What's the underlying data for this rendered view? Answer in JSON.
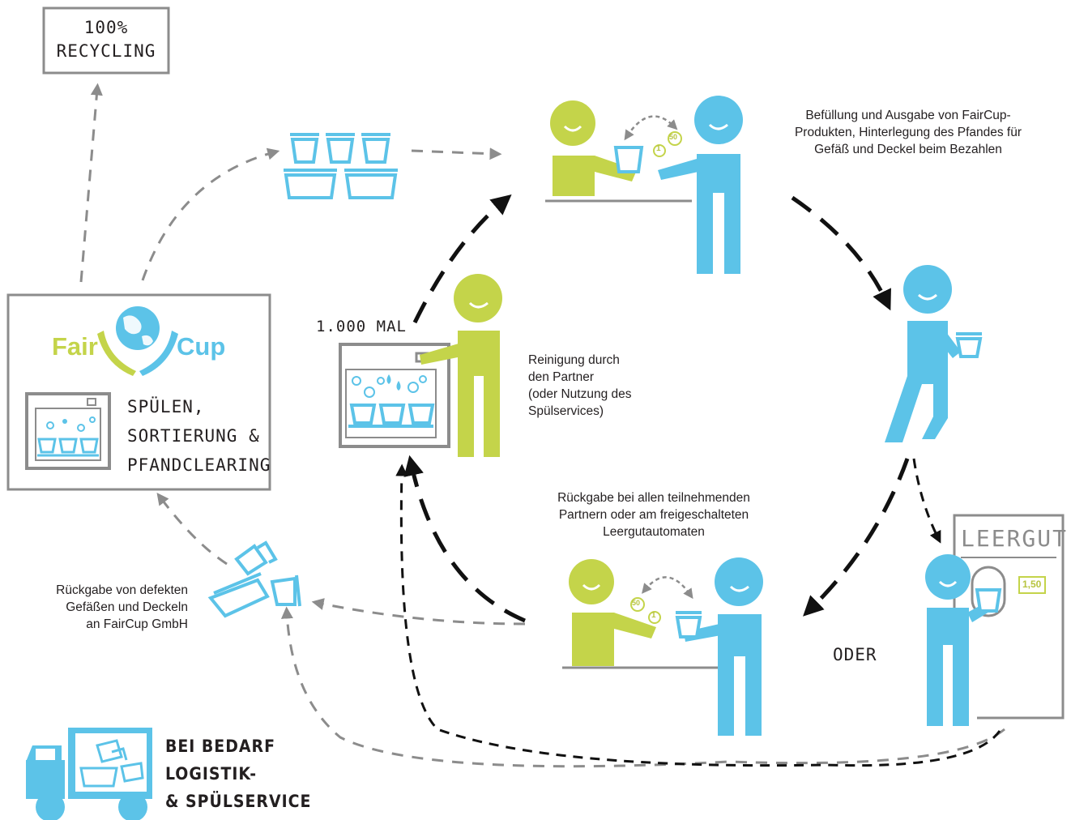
{
  "recycling": {
    "line1": "100%",
    "line2": "RECYCLING"
  },
  "logo": {
    "left": "Fair",
    "right": "Cup"
  },
  "hub": {
    "line1": "SPÜLEN,",
    "line2": "SORTIERUNG &",
    "line3": "PFANDCLEARING"
  },
  "count_label": "1.000 MAL",
  "step_fill": {
    "line1": "Befüllung und Ausgabe von FairCup-",
    "line2": "Produkten, Hinterlegung des Pfandes für",
    "line3": "Gefäß und Deckel beim Bezahlen"
  },
  "step_clean": {
    "line1": "Reinigung durch",
    "line2": "den Partner",
    "line3": "(oder Nutzung des",
    "line4": "Spülservices)"
  },
  "step_return": {
    "line1": "Rückgabe bei allen teilnehmenden",
    "line2": "Partnern oder am freigeschalteten",
    "line3": "Leergutautomaten"
  },
  "step_defect": {
    "line1": "Rückgabe von defekten",
    "line2": "Gefäßen und Deckeln",
    "line3": "an FairCup GmbH"
  },
  "or_label": "ODER",
  "machine": {
    "title": "LEERGUT",
    "amount": "1,50"
  },
  "coins": {
    "top_small": "1",
    "top_big": "50",
    "bottom_small": "1",
    "bottom_big": "50"
  },
  "logistics": {
    "line1": "BEI BEDARF",
    "line2": "LOGISTIK-",
    "line3": "& SPÜLSERVICE"
  },
  "colors": {
    "blue": "#5cc3e8",
    "green": "#c4d44a",
    "gray": "#8c8c8c",
    "dark": "#231f20"
  }
}
